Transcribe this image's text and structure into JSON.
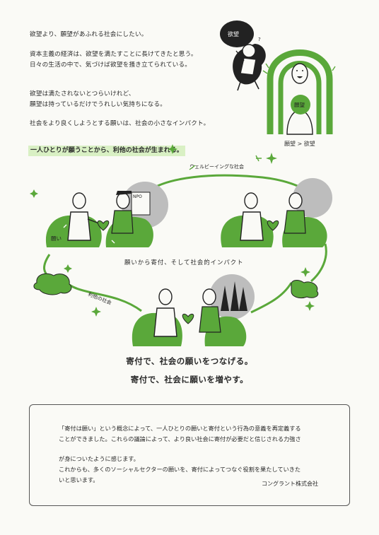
{
  "intro": {
    "line1": "欲望より、願望があふれる社会にしたい。",
    "line2": "資本主義の経済は、欲望を満たすことに長けてきたと思う。",
    "line3": "日々の生活の中で、気づけば欲望を掻き立てられている。",
    "line4": "欲望は満たされないとつらいけれど、",
    "line5": "願望は持っているだけでうれしい気持ちになる。",
    "line6": "社会をより良くしようとする願いは、社会の小さなインパクト。"
  },
  "highlight": "一人ひとりが願うことから、利他の社会が生まれる。",
  "illustration": {
    "caption_top": "願望 > 欲望",
    "label_yokubou": "欲望",
    "label_ganbou": "願望",
    "label_negai": "願い",
    "label_npo": "NPO",
    "label_wellbeing": "ウェルビーイングな社会",
    "label_ritanoshakai": "利他の社会",
    "caption_mid": "願いから寄付、そして社会的インパクト"
  },
  "slogan": {
    "line1": "寄付で、社会の願いをつなげる。",
    "line2": "寄付で、社会に願いを増やす。"
  },
  "message": {
    "line1": "「寄付は願い」という概念によって、一人ひとりの願いと寄付という行為の意義を再定義する",
    "line2": "ことができました。これらの議論によって、より良い社会に寄付が必要だと信じされる力強さ",
    "line3": "が身についたように感じます。",
    "line4": "これからも、多くのソーシャルセクターの願いを、寄付によってつなぐ役割を果たしていきた",
    "line5": "いと思います。",
    "signature": "コングラント株式会社"
  },
  "colors": {
    "green": "#5aa83a",
    "light_green": "#d9f0c4",
    "dark": "#222222",
    "gray": "#bdbdbd"
  }
}
